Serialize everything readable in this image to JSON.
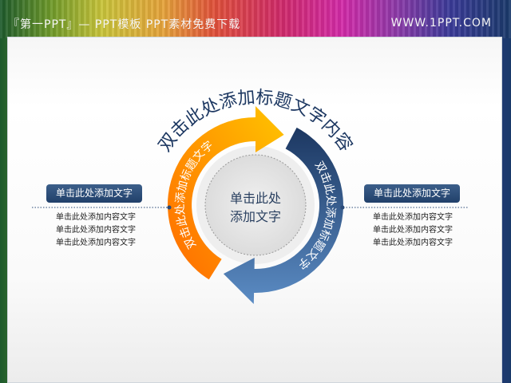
{
  "header": {
    "brand": "『第一PPT』— PPT模板 PPT素材免费下载",
    "url": "WWW.1PPT.COM"
  },
  "slide": {
    "title": "双击此处添加标题文字内容",
    "center_text": [
      "单击此处",
      "添加文字"
    ],
    "orange_arrow_text": "双击此处添加标题文字",
    "blue_arrow_text": "双击此处添加标题文字",
    "left": {
      "label": "单击此处添加文字",
      "lines": [
        "单击此处添加内容文字",
        "单击此处添加内容文字",
        "单击此处添加内容文字"
      ]
    },
    "right": {
      "label": "单击此处添加文字",
      "lines": [
        "单击此处添加内容文字",
        "单击此处添加内容文字",
        "单击此处添加内容文字"
      ]
    }
  },
  "colors": {
    "orange_start": "#ff6a00",
    "orange_end": "#ffc400",
    "blue_dark": "#1c3761",
    "blue_light": "#5b8cc4",
    "title": "#1c3761"
  }
}
